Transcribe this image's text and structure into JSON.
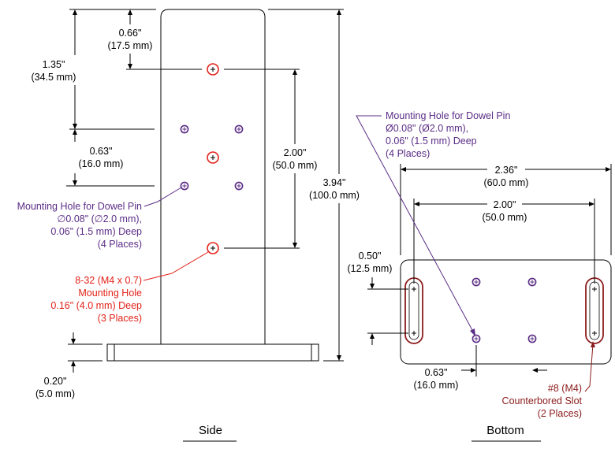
{
  "colors": {
    "dowel_pin": "#5b2d86",
    "tapped_hole": "#e32219",
    "slot": "#8b1c1c",
    "lines": "#000000"
  },
  "side": {
    "title": "Side",
    "dim_066": [
      "0.66\"",
      "(17.5 mm)"
    ],
    "dim_135": [
      "1.35\"",
      "(34.5 mm)"
    ],
    "dim_063": [
      "0.63\"",
      "(16.0 mm)"
    ],
    "dim_200": [
      "2.00\"",
      "(50.0 mm)"
    ],
    "dim_394": [
      "3.94\"",
      "(100.0 mm)"
    ],
    "dim_020": [
      "0.20\"",
      "(5.0 mm)"
    ],
    "dowel_callout": [
      "Mounting Hole for Dowel Pin",
      "∅0.08\" (∅2.0 mm),",
      "0.06\" (1.5 mm) Deep",
      "(4 Places)"
    ],
    "tapped_callout": [
      "8-32 (M4 x 0.7)",
      "Mounting Hole",
      "0.16\" (4.0 mm) Deep",
      "(3 Places)"
    ]
  },
  "bottom": {
    "title": "Bottom",
    "dowel_callout": [
      "Mounting Hole for Dowel Pin",
      "Ø0.08\" (Ø2.0 mm),",
      "0.06\" (1.5 mm) Deep",
      "(4 Places)"
    ],
    "dim_236": [
      "2.36\"",
      "(60.0 mm)"
    ],
    "dim_200": [
      "2.00\"",
      "(50.0 mm)"
    ],
    "dim_050": [
      "0.50\"",
      "(12.5 mm)"
    ],
    "dim_063": [
      "0.63\"",
      "(16.0 mm)"
    ],
    "slot_callout": [
      "#8 (M4)",
      "Counterbored Slot",
      "(2 Places)"
    ]
  }
}
